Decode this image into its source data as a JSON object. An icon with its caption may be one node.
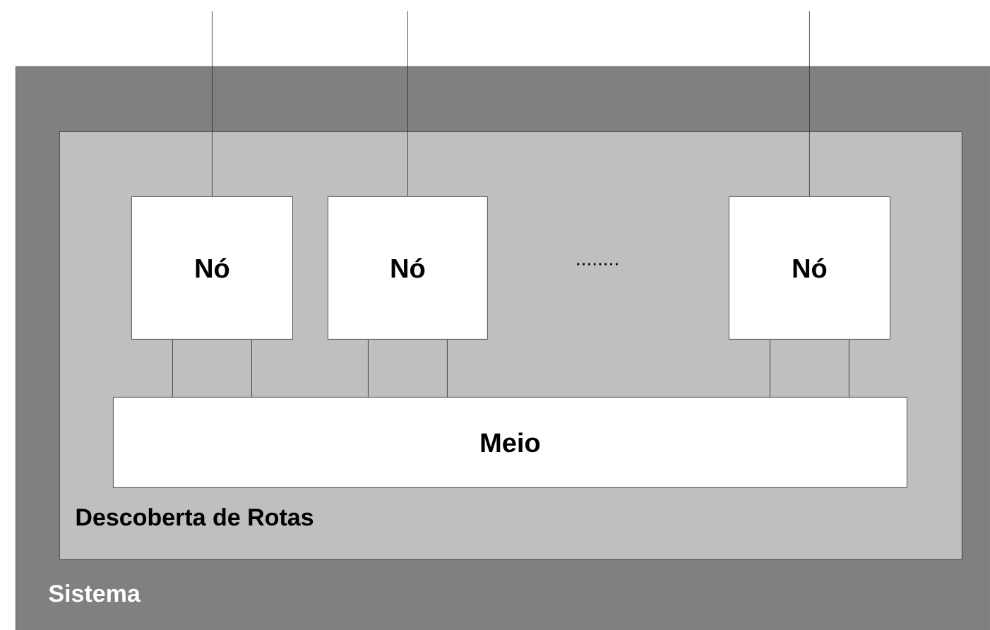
{
  "diagram": {
    "nodes": [
      {
        "text": [
          "Sistema"
        ]
      },
      {
        "text": [
          "Descoberta de Rotas"
        ],
        "in": 0
      },
      {
        "text": [
          "Nó"
        ],
        "in": 1
      },
      {
        "text": [
          "Nó"
        ],
        "in": 1
      },
      {
        "text": [
          "Nó"
        ],
        "in": 1
      },
      {
        "text": [
          "Meio"
        ],
        "in": 1
      }
    ],
    "edges": [
      {
        "from": null,
        "to": 2,
        "arrow": "none"
      },
      {
        "from": null,
        "to": 3,
        "arrow": "none"
      },
      {
        "from": null,
        "to": 4,
        "arrow": "none"
      },
      {
        "from": 2,
        "to": 5,
        "arrow": "none"
      },
      {
        "from": 2,
        "to": 5,
        "arrow": "none"
      },
      {
        "from": 3,
        "to": 5,
        "arrow": "none"
      },
      {
        "from": 3,
        "to": 5,
        "arrow": "none"
      },
      {
        "from": 4,
        "to": 5,
        "arrow": "none"
      },
      {
        "from": 4,
        "to": 5,
        "arrow": "none"
      }
    ],
    "labels": [
      "........"
    ]
  }
}
